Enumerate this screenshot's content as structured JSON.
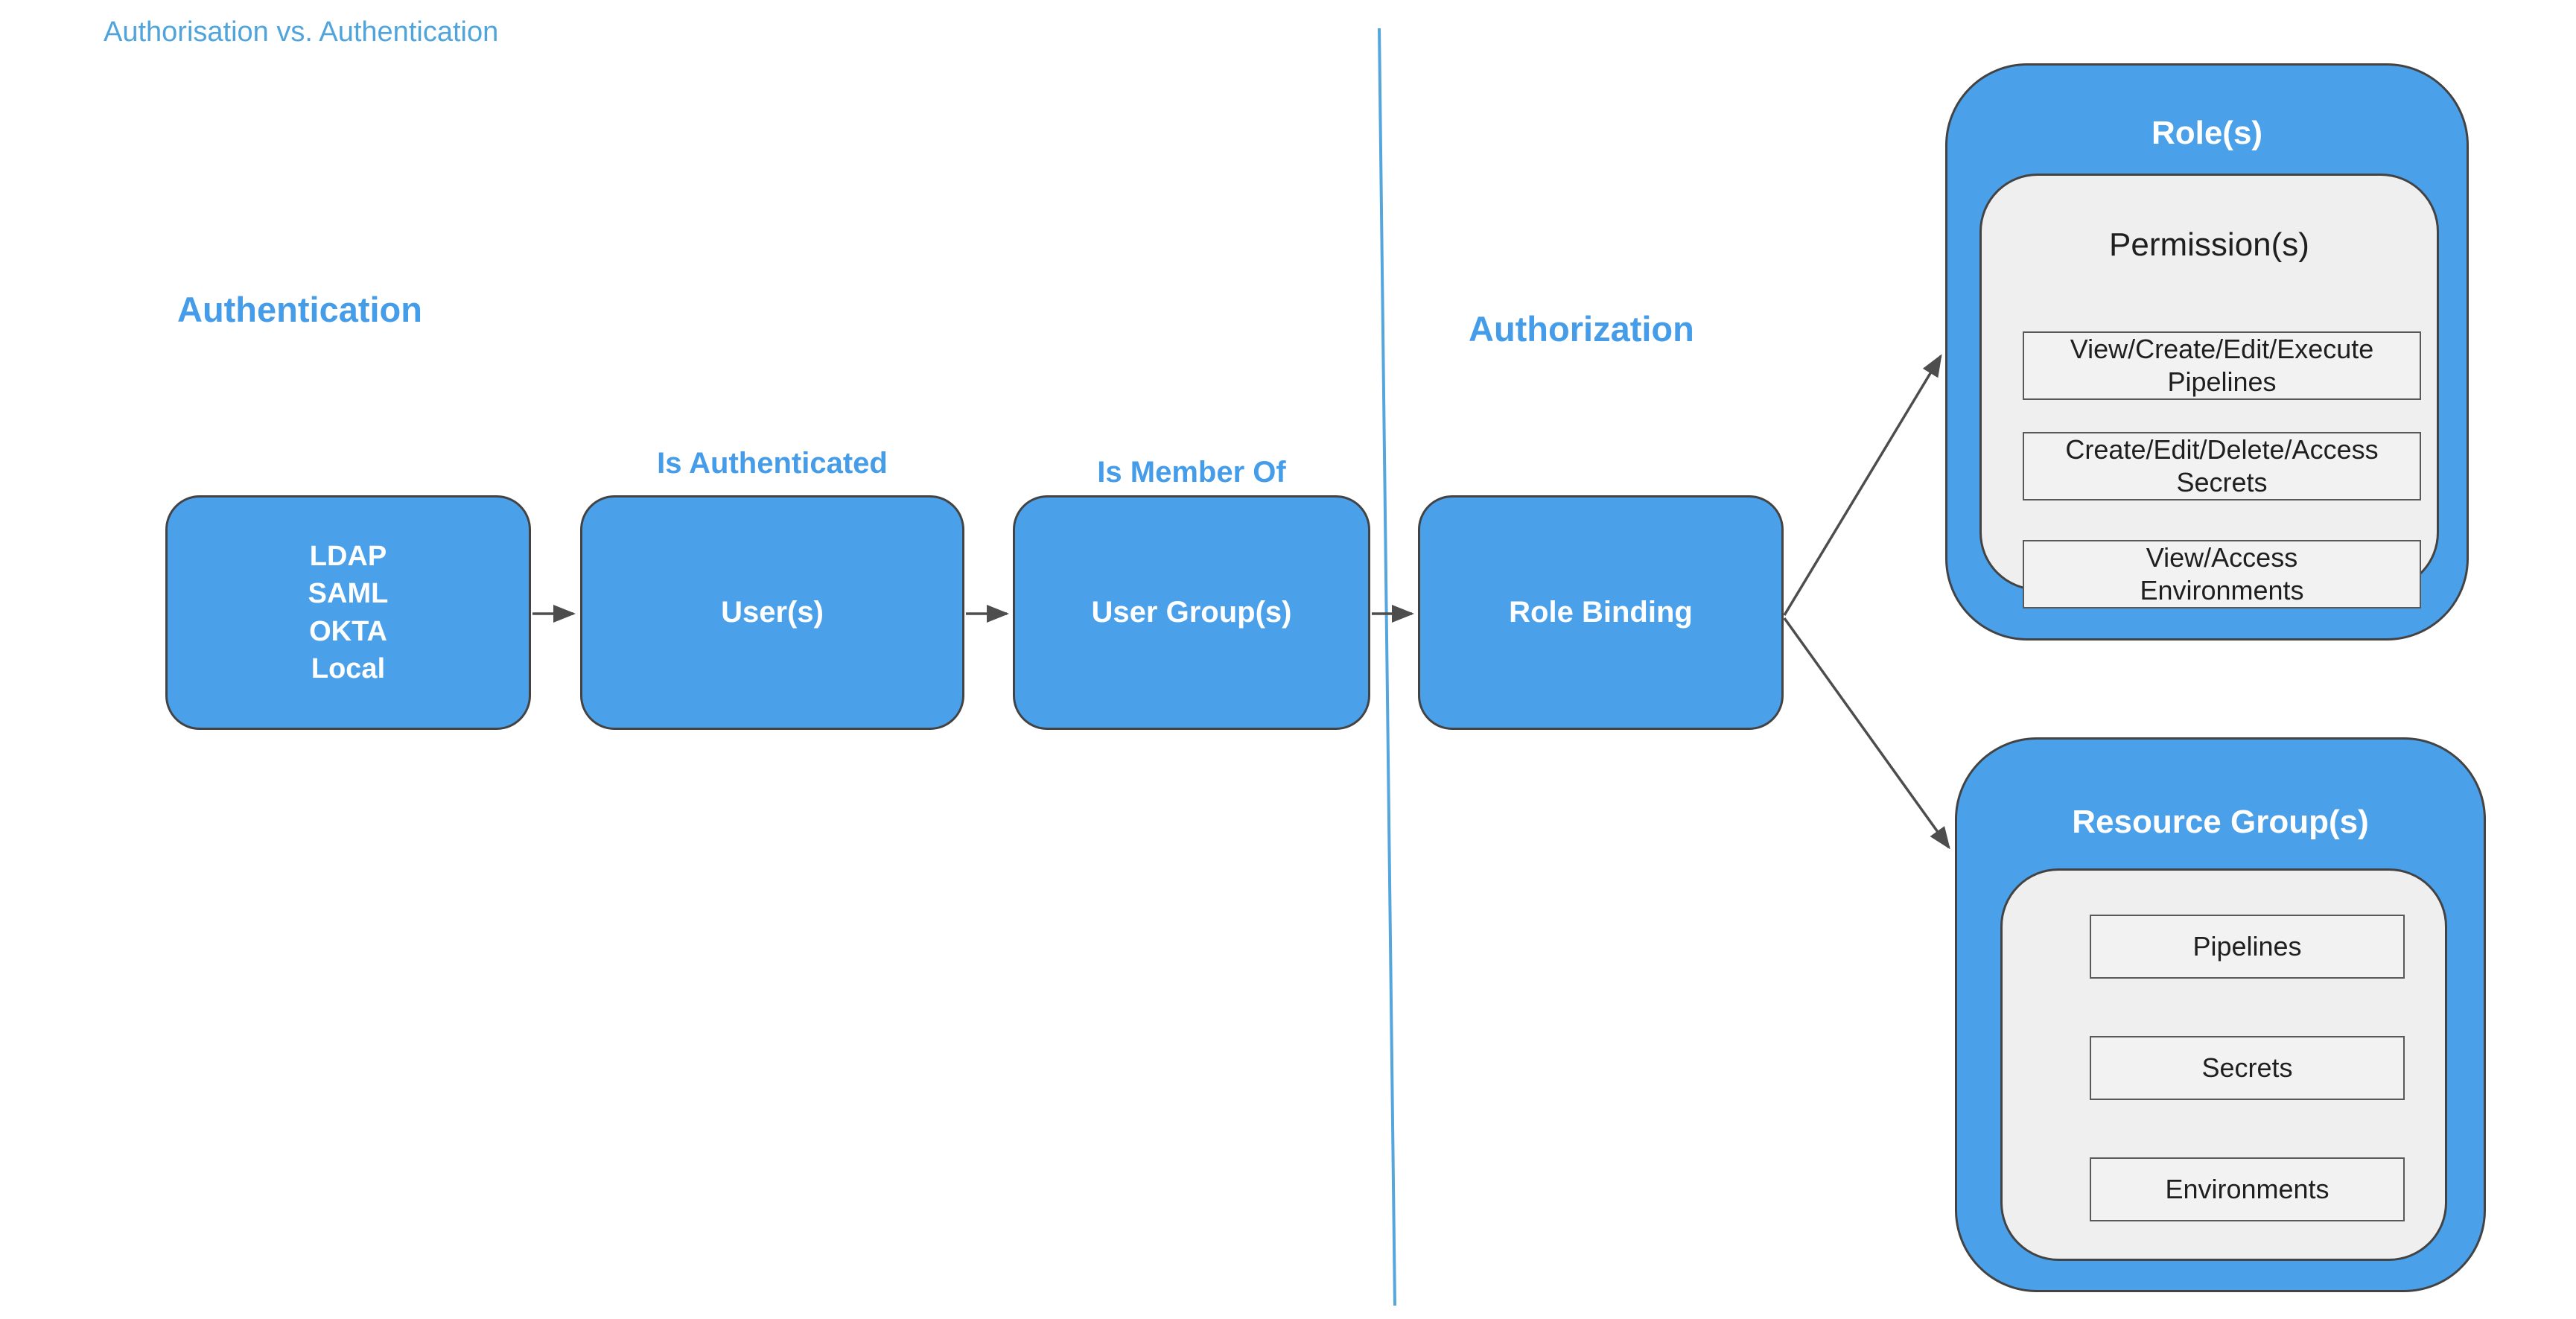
{
  "title": "Authorisation vs. Authentication",
  "sections": {
    "authentication": {
      "heading": "Authentication"
    },
    "authorization": {
      "heading": "Authorization"
    }
  },
  "flow": {
    "auth_providers": {
      "lines": [
        "LDAP",
        "SAML",
        "OKTA",
        "Local"
      ]
    },
    "users": {
      "label": "User(s)",
      "edge_label": "Is Authenticated"
    },
    "user_groups": {
      "label": "User Group(s)",
      "edge_label": "Is Member Of"
    },
    "role_binding": {
      "label": "Role Binding"
    }
  },
  "roles": {
    "label": "Role(s)",
    "permissions": {
      "label": "Permission(s)",
      "items": [
        {
          "line1": "View/Create/Edit/Execute",
          "line2": "Pipelines"
        },
        {
          "line1": "Create/Edit/Delete/Access",
          "line2": "Secrets"
        },
        {
          "line1": "View/Access",
          "line2": "Environments"
        }
      ]
    }
  },
  "resource_groups": {
    "label": "Resource Group(s)",
    "items": [
      "Pipelines",
      "Secrets",
      "Environments"
    ]
  },
  "colors": {
    "node_fill": "#4BA0EA",
    "node_border": "#434343",
    "node_text": "#FFFFFF",
    "heading_text": "#459CE8",
    "title_text": "#4FA4DC",
    "divider_line": "#55A6DC",
    "panel_fill": "#EFEFEF",
    "item_fill": "#F2F2F2",
    "item_border": "#595959",
    "item_text": "#1F1F1F",
    "arrow": "#4D4D4D"
  }
}
